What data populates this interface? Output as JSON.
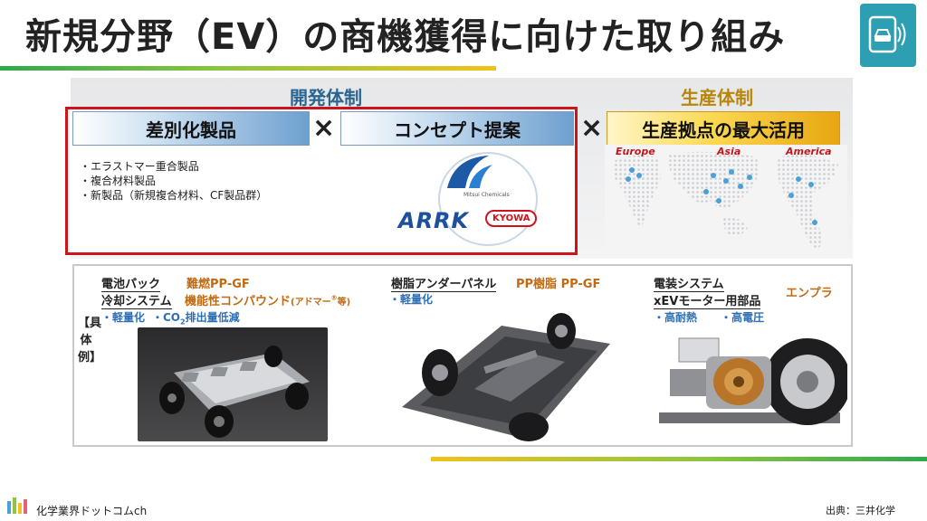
{
  "header": {
    "title": "新規分野（EV）の商機獲得に向けた取り組み"
  },
  "sections": {
    "development_label": "開発体制",
    "production_label": "生産体制"
  },
  "pillars": {
    "differentiated": "差別化製品",
    "concept": "コンセプト提案",
    "production": "生産拠点の最大活用",
    "times_symbol": "×"
  },
  "products": [
    "エラストマー重合製品",
    "複合材料製品",
    "新製品（新規複合材料、CF製品群）"
  ],
  "partners": {
    "mitsui_caption": "Mitsui Chemicals",
    "arrk": "ARRK",
    "kyowa": "KYOWA"
  },
  "map": {
    "regions": [
      "Europe",
      "Asia",
      "America"
    ]
  },
  "examples": {
    "side_label": "【具体例】",
    "battery": {
      "label1": "電池パック",
      "label2": "冷却システム",
      "material1": "難燃PP-GF",
      "material2_main": "機能性コンパウンド",
      "material2_small": "(アドマー",
      "material2_reg": "®",
      "material2_end": "等)",
      "benefit_a": "・軽量化",
      "benefit_b_pre": "・CO",
      "benefit_b_sub": "2",
      "benefit_b_post": "排出量低減"
    },
    "underbody": {
      "label": "樹脂アンダーパネル",
      "material": "PP樹脂 PP-GF",
      "benefit": "・軽量化"
    },
    "electrical": {
      "label1": "電装システム",
      "label2": "xEVモーター用部品",
      "material": "エンプラ",
      "benefit_a": "・高耐熱",
      "benefit_b": "・高電圧"
    }
  },
  "footer": {
    "site": "化学業界ドットコムch",
    "source": "出典：三井化学"
  },
  "colors": {
    "accent_red": "#d0121b",
    "dev_blue": "#2a6592",
    "prod_gold": "#b8860b",
    "benefit_blue": "#2d6fb4",
    "material_orange": "#c06a13"
  }
}
